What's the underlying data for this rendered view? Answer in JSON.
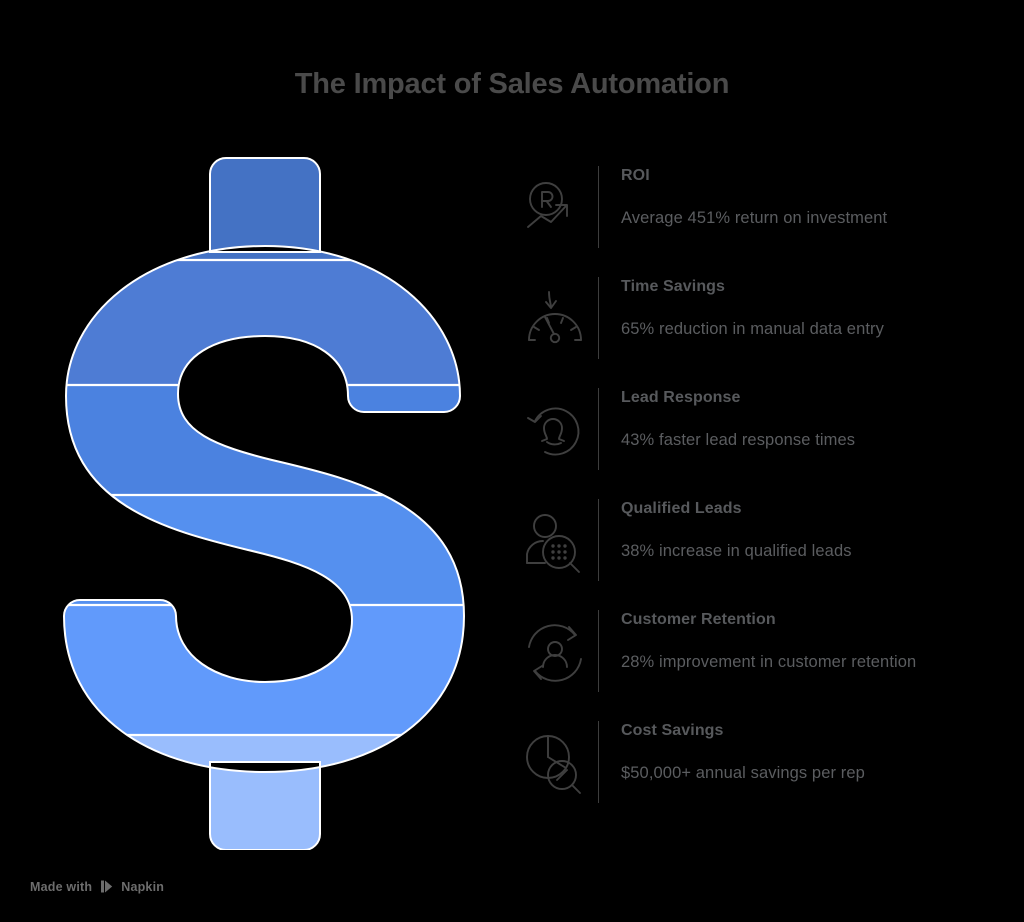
{
  "header": {
    "title": "The Impact of Sales Automation"
  },
  "colors": {
    "background": "#000000",
    "title_text": "#4a4a4a",
    "item_title_text": "#57595c",
    "item_desc_text": "#5b5d60",
    "divider": "#3d3d3d",
    "icon_stroke": "#3f3f3f",
    "footer_text": "#6d6d6d",
    "band_1": "#4472c4",
    "band_2": "#4e7cd4",
    "band_3": "#4b82e0",
    "band_4": "#5590ef",
    "band_5": "#619afb",
    "band_6": "#99bdfd",
    "band_separator": "#ffffff"
  },
  "graphic": {
    "name": "dollar-sign-banded",
    "shape": "dollar-sign",
    "band_count": 6,
    "bands": [
      {
        "index": 1,
        "color": "#4472c4"
      },
      {
        "index": 2,
        "color": "#4e7cd4"
      },
      {
        "index": 3,
        "color": "#4b82e0"
      },
      {
        "index": 4,
        "color": "#5590ef"
      },
      {
        "index": 5,
        "color": "#619afb"
      },
      {
        "index": 6,
        "color": "#99bdfd"
      }
    ]
  },
  "items": [
    {
      "icon": "roi-circle-arrow-icon",
      "title": "ROI",
      "description": "Average 451% return on investment"
    },
    {
      "icon": "gauge-speedometer-icon",
      "title": "Time Savings",
      "description": "65% reduction in manual data entry"
    },
    {
      "icon": "person-refresh-icon",
      "title": "Lead Response",
      "description": "43% faster lead response times"
    },
    {
      "icon": "person-magnifier-icon",
      "title": "Qualified Leads",
      "description": "38% increase in qualified leads"
    },
    {
      "icon": "person-cycle-icon",
      "title": "Customer Retention",
      "description": "28% improvement in customer retention"
    },
    {
      "icon": "pie-chart-magnifier-icon",
      "title": "Cost Savings",
      "description": "$50,000+ annual savings per rep"
    }
  ],
  "footer": {
    "made_with": "Made with",
    "brand": "Napkin"
  }
}
